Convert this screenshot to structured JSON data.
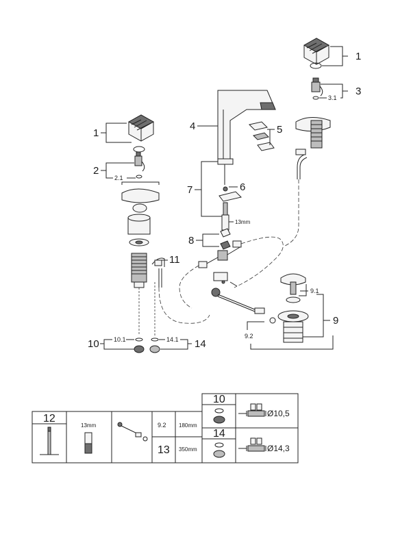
{
  "callouts": {
    "c1_left": "1",
    "c2_left": "2",
    "c2_1": "2.1",
    "c1_right": "1",
    "c3_right": "3",
    "c3_1": "3.1",
    "c4": "4",
    "c5": "5",
    "c6": "6",
    "c7": "7",
    "c8": "8",
    "c9": "9",
    "c9_1": "9.1",
    "c9_2": "9.2",
    "c10": "10",
    "c10_1": "10.1",
    "c11": "11",
    "c14": "14",
    "c14_1": "14.1",
    "wrench_13mm": "13mm"
  },
  "accessories_table": {
    "tool_12": "12",
    "tool_12_size": "13mm",
    "row_9_2": "9.2",
    "row_9_2_len": "180mm",
    "row_13": "13",
    "row_13_len": "350mm"
  },
  "seals_table": {
    "item_10": "10",
    "item_10_dia": "Ø10,5",
    "item_14": "14",
    "item_14_dia": "Ø14,3"
  },
  "icons": [
    "handle-icon",
    "valve-cartridge-icon",
    "spout-icon",
    "pop-up-waste-icon",
    "hose-icon",
    "wrench-icon",
    "o-ring-icon"
  ]
}
